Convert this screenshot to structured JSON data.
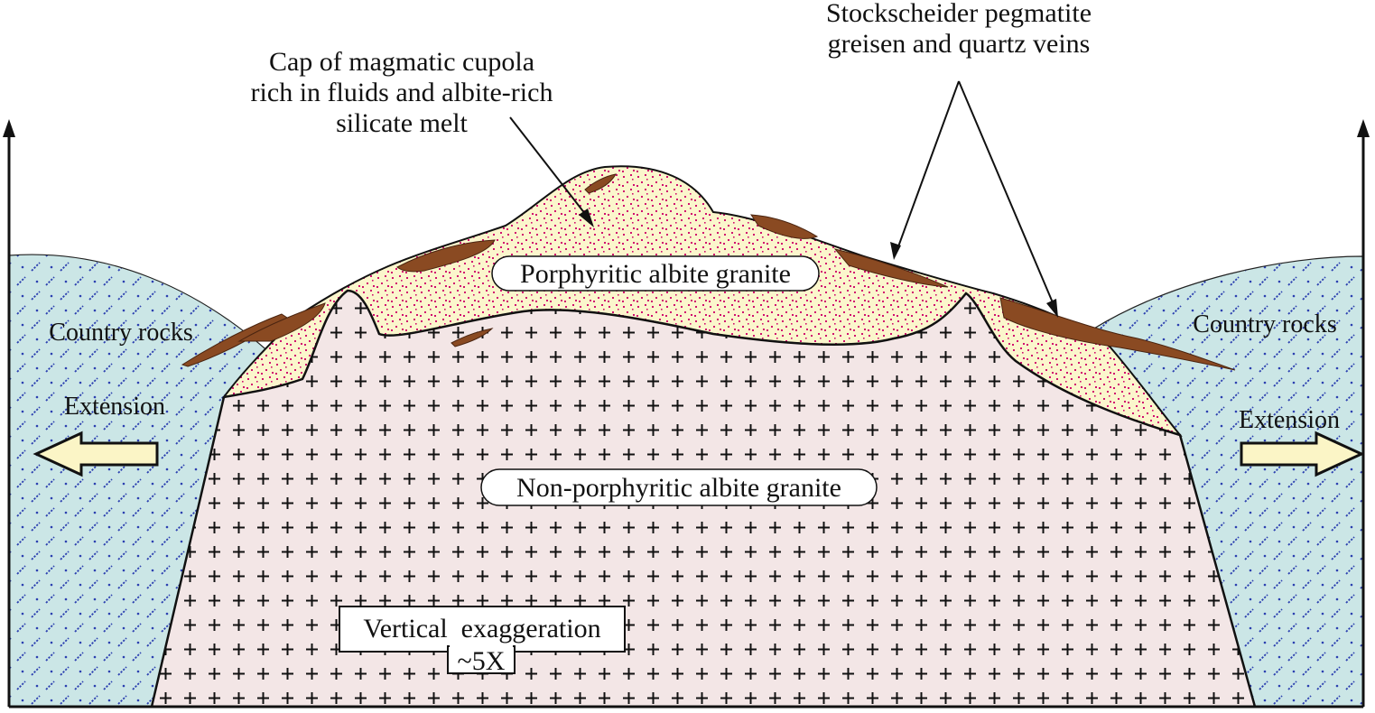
{
  "labels": {
    "cap": [
      "Cap of magmatic cupola",
      "rich in fluids and albite-rich",
      "silicate melt"
    ],
    "stockscheider": [
      "Stockscheider pegmatite",
      "greisen and quartz veins"
    ],
    "porphyritic": "Porphyritic albite granite",
    "non_porphyritic": "Non-porphyritic albite granite",
    "country_left": "Country rocks",
    "country_right": "Country rocks",
    "extension_left": "Extension",
    "extension_right": "Extension",
    "exaggeration": [
      "Vertical  exaggeration",
      "~5X"
    ]
  },
  "colors": {
    "country_rock": "#cbe6e6",
    "country_dash": "#2b3fb0",
    "porphyritic_fill": "#fbf6cc",
    "porphyritic_dot": "#d0106f",
    "granite_fill": "#f3e6e6",
    "vein_fill": "#8a4a22",
    "arrow_fill": "#fbf5c6"
  },
  "icons": {
    "extension_left": "left-arrow-icon",
    "extension_right": "right-arrow-icon",
    "axis_left": "up-arrow-icon",
    "axis_right": "up-arrow-icon"
  }
}
